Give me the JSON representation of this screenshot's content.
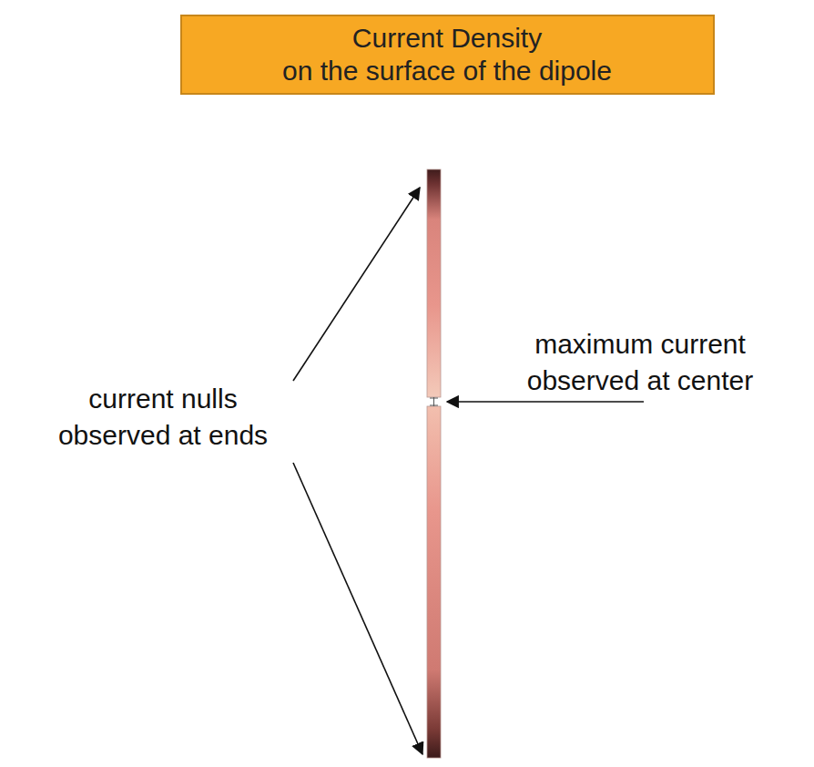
{
  "diagram": {
    "nodes": [
      {
        "text": [
          "Current Density",
          "on the surface of the dipole"
        ]
      }
    ],
    "labels": [
      "current nulls observed at ends",
      "maximum current observed at center"
    ]
  }
}
